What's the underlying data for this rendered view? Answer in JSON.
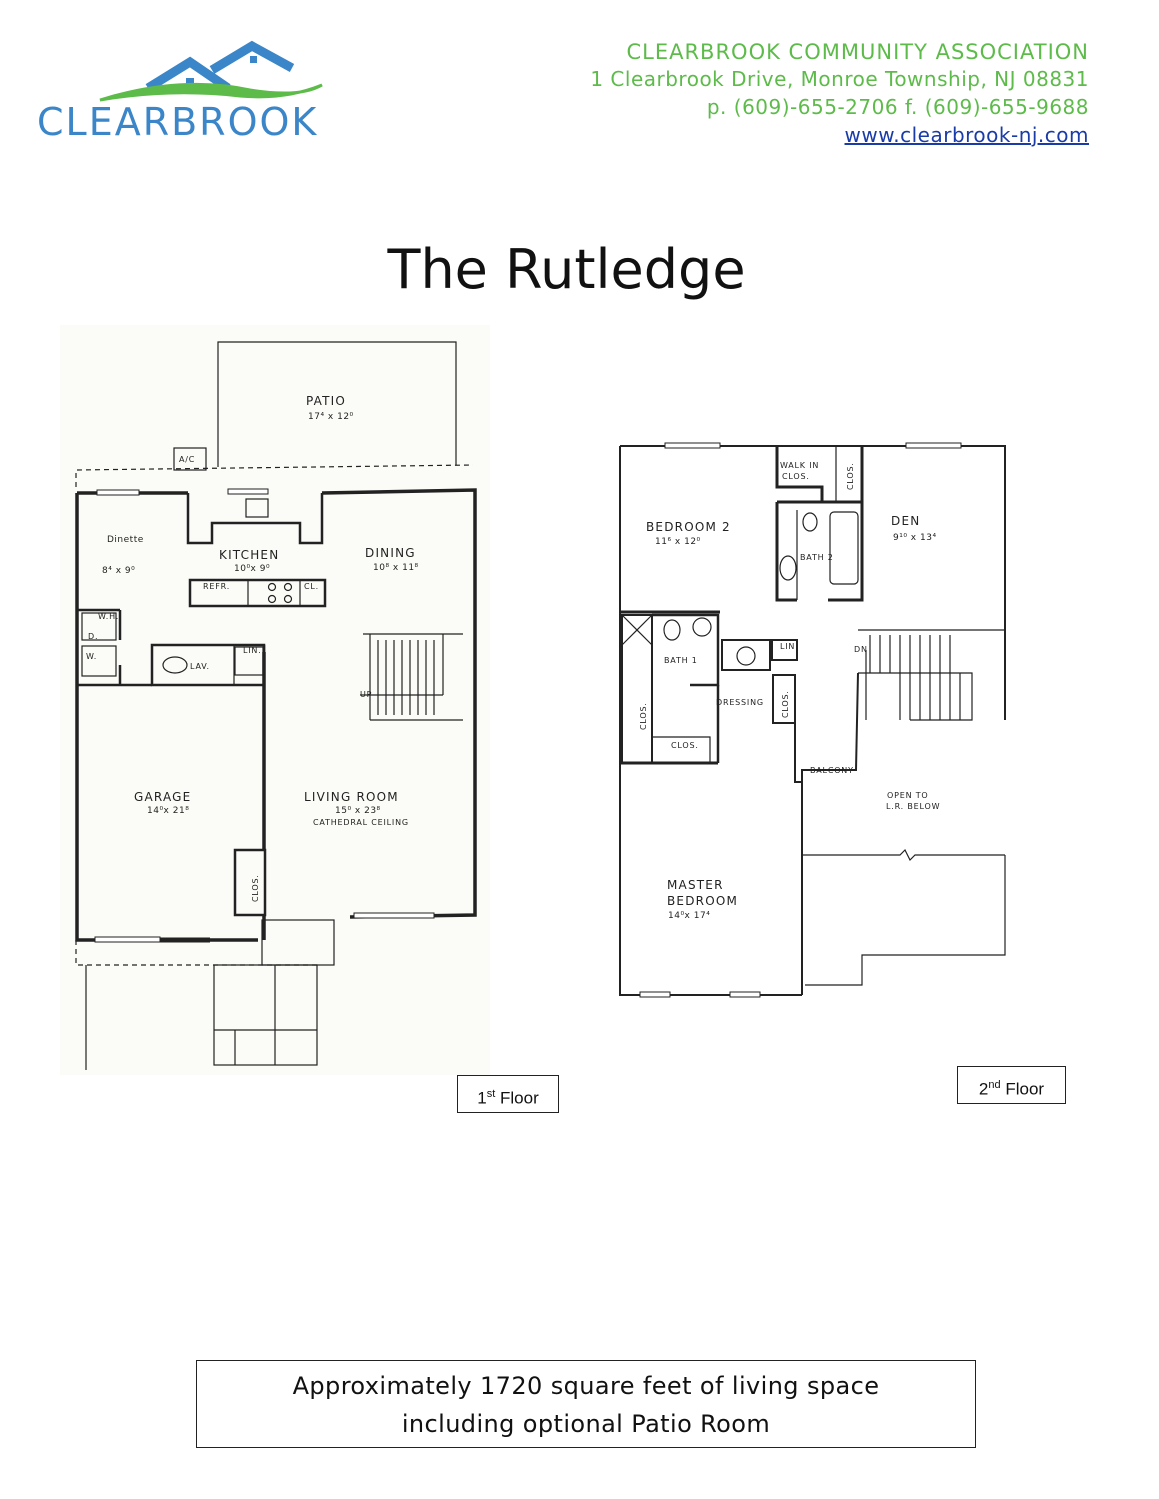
{
  "header": {
    "logo_text": "CLEARBROOK",
    "association_name": "CLEARBROOK COMMUNITY ASSOCIATION",
    "address": "1 Clearbrook Drive, Monroe Township, NJ 08831",
    "phone_fax": "p. (609)-655-2706 f. (609)-655-9688",
    "website": "www.clearbrook-nj.com",
    "colors": {
      "logo_blue": "#3a86c8",
      "header_green": "#5dbb4a",
      "link_blue": "#1a3ca8"
    }
  },
  "title": "The Rutledge",
  "floor1": {
    "tag_number": "1",
    "tag_suffix": "st",
    "tag_label": "Floor",
    "rooms": {
      "patio": {
        "name": "PATIO",
        "dims": "17⁴ x 12⁰"
      },
      "ac": "A/C",
      "dinette": {
        "name": "Dinette",
        "dims": "8⁴ x 9⁰"
      },
      "kitchen": {
        "name": "KITCHEN",
        "dims": "10⁰x 9⁰"
      },
      "dining": {
        "name": "DINING",
        "dims": "10⁸ x 11⁸"
      },
      "refr": "REFR.",
      "cl": "CL.",
      "wh": "W.H.",
      "d": "D.",
      "w": "W.",
      "lav": "LAV.",
      "lin": "LIN.",
      "up": "UP",
      "garage": {
        "name": "GARAGE",
        "dims": "14⁰x 21⁸"
      },
      "living_room": {
        "name": "LIVING ROOM",
        "dims": "15⁰ x 23⁸",
        "note": "CATHEDRAL CEILING"
      },
      "clos": "CLOS."
    }
  },
  "floor2": {
    "tag_number": "2",
    "tag_suffix": "nd",
    "tag_label": "Floor",
    "rooms": {
      "walk_in_1": "WALK IN",
      "walk_in_2": "CLOS.",
      "clos_top": "CLOS.",
      "bedroom2": {
        "name": "BEDROOM 2",
        "dims": "11⁶ x 12⁰"
      },
      "den": {
        "name": "DEN",
        "dims": "9¹⁰ x 13⁴"
      },
      "bath2": "BATH 2",
      "bath1": "BATH 1",
      "lin": "LIN.",
      "dn": "DN",
      "dressing": "DRESSING",
      "clos_left": "CLOS.",
      "clos_right": "CLOS.",
      "clos_bottom": "CLOS.",
      "balcony": "BALCONY",
      "open_to_1": "OPEN TO",
      "open_to_2": "L.R. BELOW",
      "master_1": "MASTER",
      "master_2": "BEDROOM",
      "master_dims": "14⁰x 17⁴"
    }
  },
  "footer": {
    "line1": "Approximately 1720 square feet of living space",
    "line2": "including optional Patio Room"
  }
}
